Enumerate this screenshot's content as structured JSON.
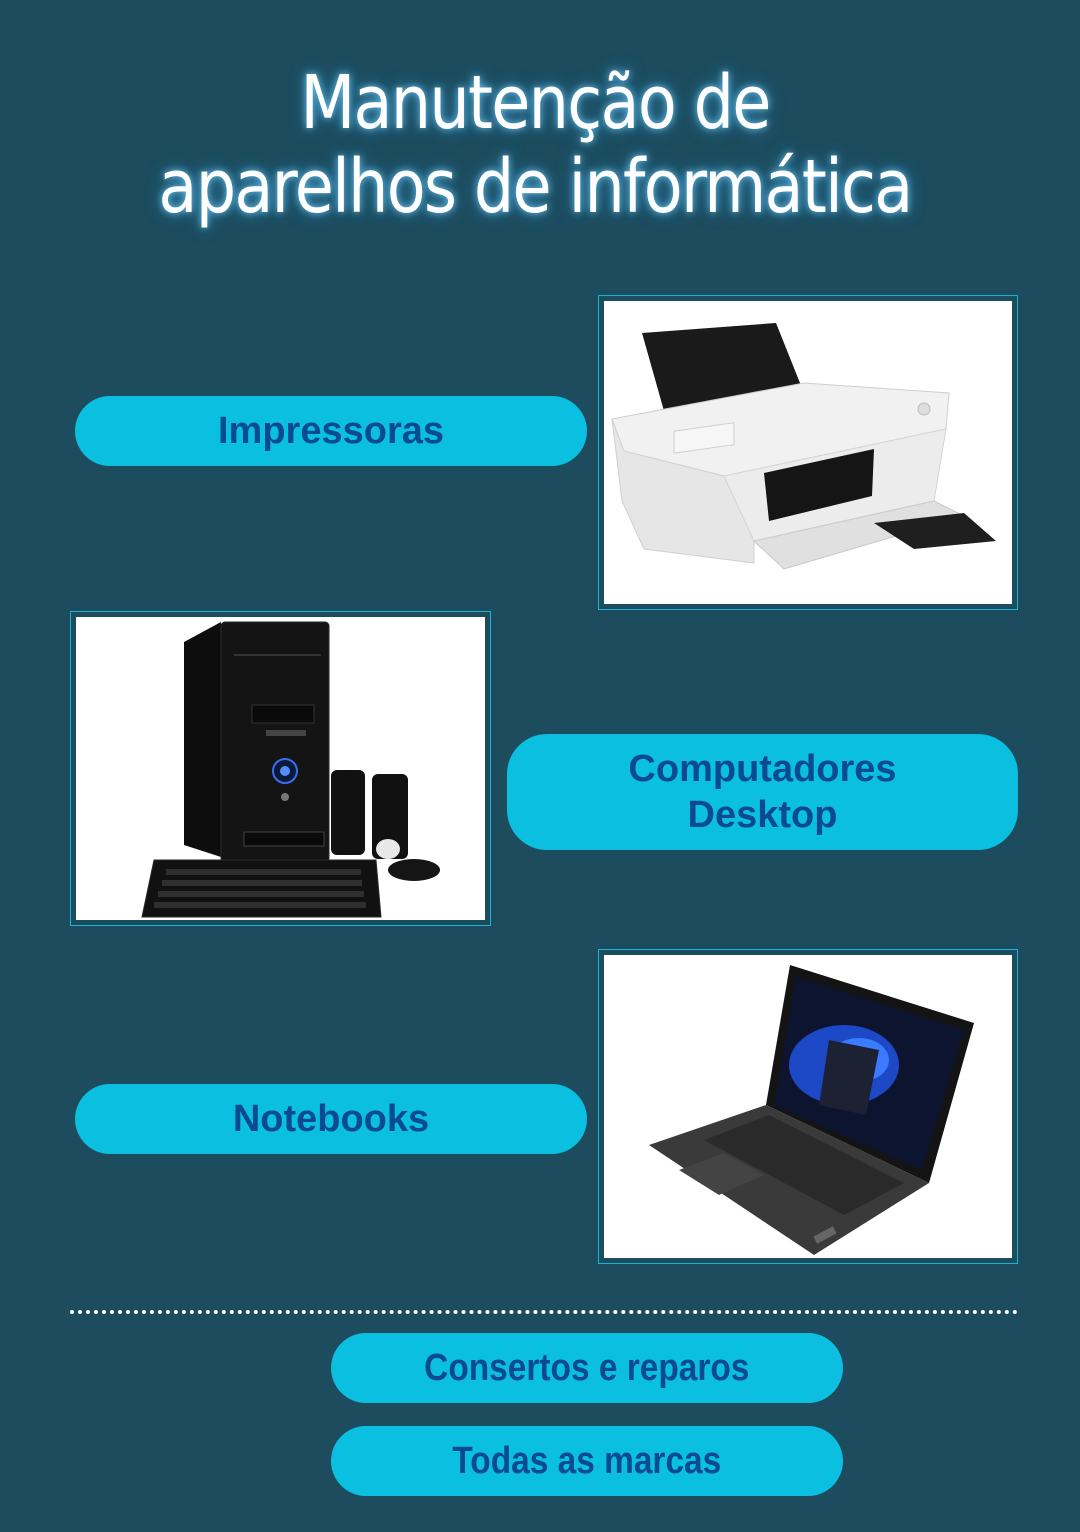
{
  "header": {
    "title_line1": "Manutenção de",
    "title_line2": "aparelhos de informática"
  },
  "categories": [
    {
      "label": "Impressoras",
      "image": "printer-image"
    },
    {
      "label_line1": "Computadores",
      "label_line2": "Desktop",
      "image": "desktop-computer-image"
    },
    {
      "label": "Notebooks",
      "image": "laptop-image"
    }
  ],
  "footer": {
    "services": [
      {
        "label": "Consertos e reparos"
      },
      {
        "label": "Todas as marcas"
      }
    ]
  },
  "colors": {
    "background": "#1c4c5e",
    "pill": "#0bbfe0",
    "pill_text": "#0a4a8f",
    "frame_border": "#18b6d6",
    "title": "#ffffff"
  }
}
